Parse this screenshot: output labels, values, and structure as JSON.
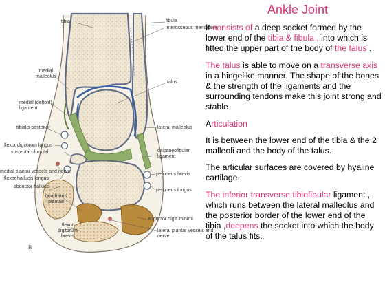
{
  "slide": {
    "title": "Ankle Joint",
    "p1": {
      "a": "It ",
      "b": "consists of",
      "c": " a deep socket formed by the lower end of the ",
      "d": "tibia & fibula ,",
      "e": " into which is fitted the upper part of the body of ",
      "f": "the talus",
      "g": " ."
    },
    "p2": {
      "a": "The talus",
      "b": " is able to move on a ",
      "c": "transverse axis",
      "d": " in a hingelike manner. The shape of the bones & the strength of the ligaments and the surrounding tendons make this joint strong and stable"
    },
    "p3": {
      "a": "A",
      "b": "rticulation"
    },
    "p4": "It is between the lower end of the tibia & the 2 malleoli and the body of the talus.",
    "p5": "The articular surfaces are covered by hyaline cartilage.",
    "p6": {
      "a": "The inferior transverse tibiofibular",
      "b": " ligament , which runs between the lateral malleolus and the posterior border of the lower end of the tibia ,",
      "c": "deepens",
      "d": " the socket into which the body of the talus fits."
    }
  },
  "figure": {
    "letter": "B",
    "labels": {
      "tibia": "tibia",
      "fibula": "fibula",
      "interosseous": "interosseous membrane",
      "medial_malleolus": "medial\nmalleolus",
      "talus": "talus",
      "medial_ligament": "medial (deltoid)\nligament",
      "tibialis_posterior": "tibialis posterior",
      "lateral_malleolus": "lateral malleolus",
      "fdl": "flexor digitorum longus",
      "sustentaculum": "sustentaculum tali",
      "calcaneofibular": "calcaneofibular\nligament",
      "med_plantar": "medial plantar vessels and nerve",
      "fhl": "flexor hallucis longus",
      "peroneus_brevis": "peroneus brevis",
      "abductor_hallucis": "abductor hallucis",
      "peroneus_longus": "peroneus longus",
      "quadratus": "quadratus\nplantae",
      "abductor_digiti": "abductor digiti minimi",
      "fdb": "flexor\ndigitorum\nbrevis",
      "lat_plantar": "lateral plantar vessels and\nnerve"
    }
  },
  "colors": {
    "title": "#e0337a",
    "highlight": "#e0337a",
    "bone_marrow": "#ede5d2",
    "cortex": "#e9ecf4",
    "cartilage": "#3a5fa0",
    "ligament": "#8fae6a",
    "muscle": "#b98a3c"
  }
}
